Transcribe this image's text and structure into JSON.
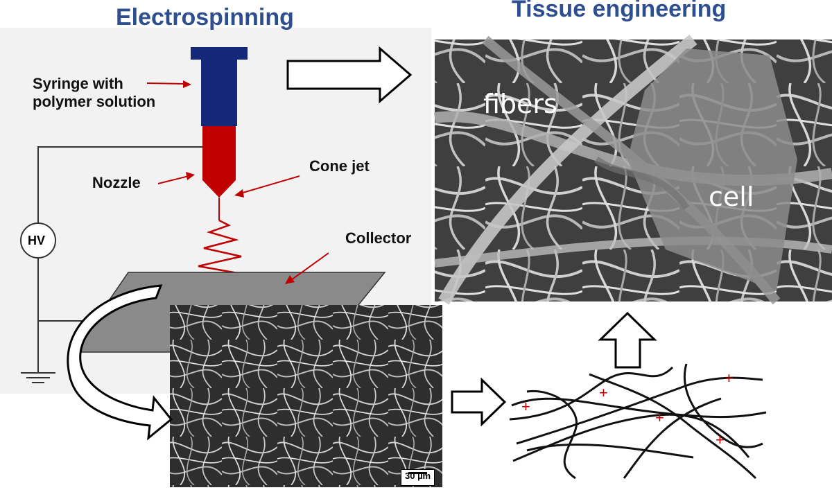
{
  "titles": {
    "electrospinning": "Electrospinning",
    "tissue": "Tissue engineering"
  },
  "labels": {
    "syringe_line1": "Syringe with",
    "syringe_line2": "polymer solution",
    "nozzle": "Nozzle",
    "cone_jet": "Cone jet",
    "collector": "Collector",
    "hv": "HV"
  },
  "photo_labels": {
    "fibers": "fibers",
    "cell": "cell",
    "scale_bar": "30 µm"
  },
  "charges": [
    "+",
    "+",
    "+",
    "+",
    "+"
  ],
  "colors": {
    "title": "#2e4f8f",
    "syringe_body": "#14287a",
    "nozzle": "#c00000",
    "arrow_red": "#c00000",
    "panel_bg": "#f2f2f2",
    "collector": "#8a8a8a"
  }
}
